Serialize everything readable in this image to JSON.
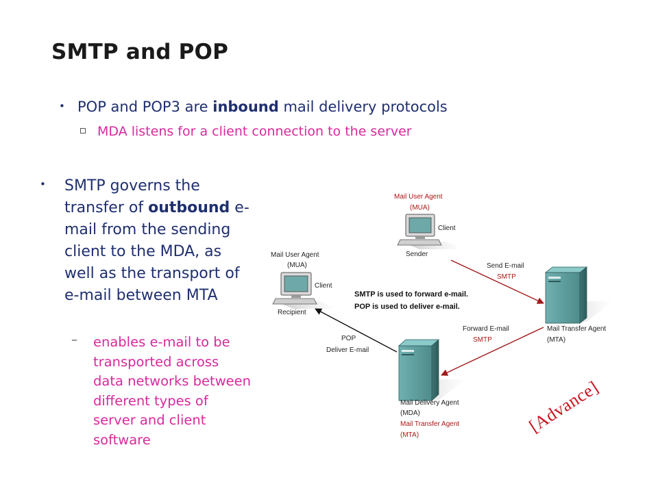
{
  "slide": {
    "title": "SMTP and POP",
    "bullet1": {
      "prefix": "POP and POP3 are ",
      "bold": "inbound",
      "suffix": " mail delivery protocols"
    },
    "sub1": "MDA listens for a client connection to the server",
    "bullet2": {
      "prefix": "SMTP governs the transfer of ",
      "bold": "outbound",
      "suffix": " e-mail from the sending client to the MDA, as well as the transport of e-mail between MTA"
    },
    "sub2": "enables e-mail to be transported across data networks between different types of server and client software"
  },
  "diagram": {
    "sender": {
      "agent": "Mail User Agent",
      "abbr": "(MUA)",
      "client": "Client",
      "role": "Sender"
    },
    "recipient": {
      "agent": "Mail User Agent",
      "abbr": "(MUA)",
      "client": "Client",
      "role": "Recipient"
    },
    "mta": {
      "name": "Mail Transfer Agent",
      "abbr": "(MTA)"
    },
    "mda": {
      "name": "Mail Delivery Agent",
      "abbr": "(MDA)",
      "name2": "Mail Transfer Agent",
      "abbr2": "(MTA)"
    },
    "send_label": "Send E-mail",
    "send_proto": "SMTP",
    "forward_label": "Forward E-mail",
    "forward_proto": "SMTP",
    "deliver_proto": "POP",
    "deliver_label": "Deliver E-mail",
    "note1": "SMTP is used to forward e-mail.",
    "note2": "POP is used to deliver e-mail."
  },
  "stamp": "[Advance]",
  "colors": {
    "heading": "#1a1a1a",
    "body": "#1f2f6f",
    "accent": "#d62a9c",
    "arrow_red": "#a01818",
    "server": "#5e9a9a"
  }
}
